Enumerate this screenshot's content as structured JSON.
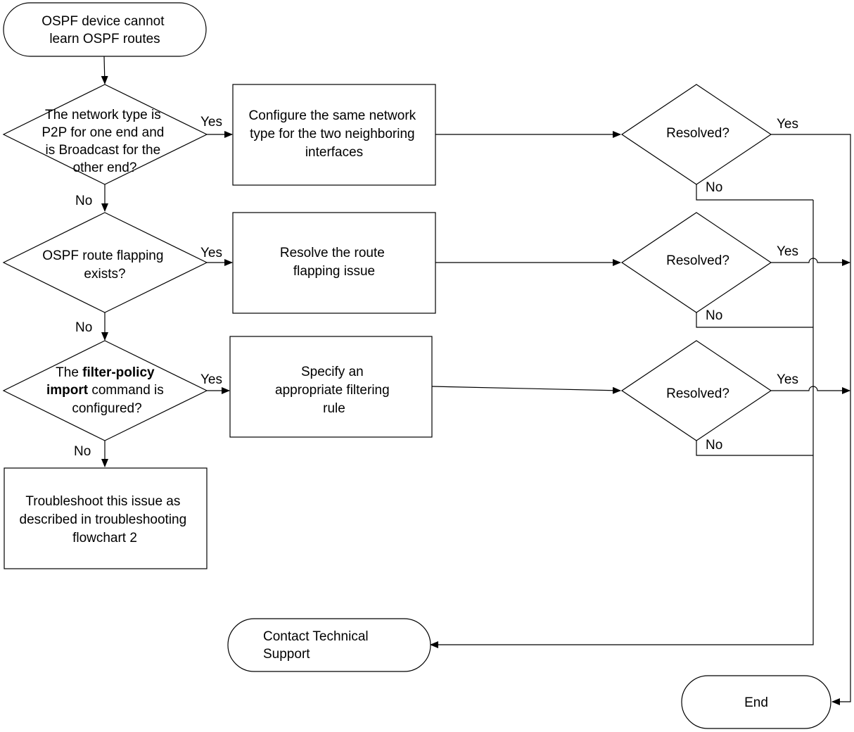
{
  "nodes": {
    "start": {
      "lines": [
        "OSPF device cannot",
        "learn OSPF routes"
      ]
    },
    "decision1": {
      "lines": [
        "The network type is",
        "P2P for one end and",
        "is Broadcast for the",
        "other end?"
      ]
    },
    "action1": {
      "lines": [
        "Configure the same network",
        "type for the two neighboring",
        "interfaces"
      ]
    },
    "resolved1": {
      "label": "Resolved?"
    },
    "decision2": {
      "lines": [
        "OSPF route flapping",
        "exists?"
      ]
    },
    "action2": {
      "lines": [
        "Resolve the route",
        "flapping issue"
      ]
    },
    "resolved2": {
      "label": "Resolved?"
    },
    "decision3": {
      "line1_pre": "The ",
      "line1_bold": "filter-policy",
      "line2_bold": "import",
      "line2_post": " command is",
      "line3": "configured?"
    },
    "action3": {
      "lines": [
        "Specify an",
        "appropriate filtering",
        "rule"
      ]
    },
    "resolved3": {
      "label": "Resolved?"
    },
    "troubleshoot": {
      "lines": [
        "Troubleshoot this issue as",
        "described in troubleshooting",
        "flowchart 2"
      ]
    },
    "contact": {
      "lines": [
        "Contact Technical",
        "Support"
      ]
    },
    "end": {
      "label": "End"
    }
  },
  "edge_labels": {
    "yes": "Yes",
    "no": "No"
  }
}
